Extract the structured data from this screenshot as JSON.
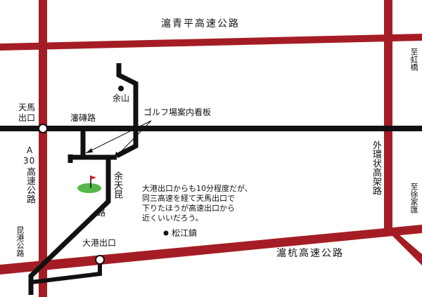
{
  "colors": {
    "expressway": "#a51d24",
    "local_road": "#111111",
    "background": "#ffffff",
    "green": "#55b848",
    "flag": "#e0202a"
  },
  "labels": {
    "hu_qing_ping": "滬青平高速公路",
    "hu_hang": "滬杭高速公路",
    "a30_letter": "A",
    "a30_number": "30",
    "a30_rest": "高速公路",
    "waihuan": "外環状高架路",
    "to_hongqiao": "至虹橋",
    "to_xujiahui": "至徐家匯",
    "tianma_exit_top": "天馬",
    "tianma_exit_bottom": "出口",
    "dagang_exit": "大港出口",
    "sheshan": "余山",
    "golf_sign": "ゴルフ場案内看板",
    "shebi_road": "瀋磚路",
    "shetiankun_road": "余天昆",
    "shetiankun_road_end": "路",
    "kungang_road": "昆港公路",
    "songjiang_town": "松江鎮",
    "note": "大港出口からも10分程度だが、\n同三高速を経て天馬出口で\n下りたほうが高速出口から\n近くいいだろう。"
  },
  "icons": {
    "golf": "golf-course-icon",
    "sheshan_marker": "town-dot-icon",
    "songjiang_marker": "town-dot-icon",
    "interchange": "interchange-circle-icon"
  }
}
